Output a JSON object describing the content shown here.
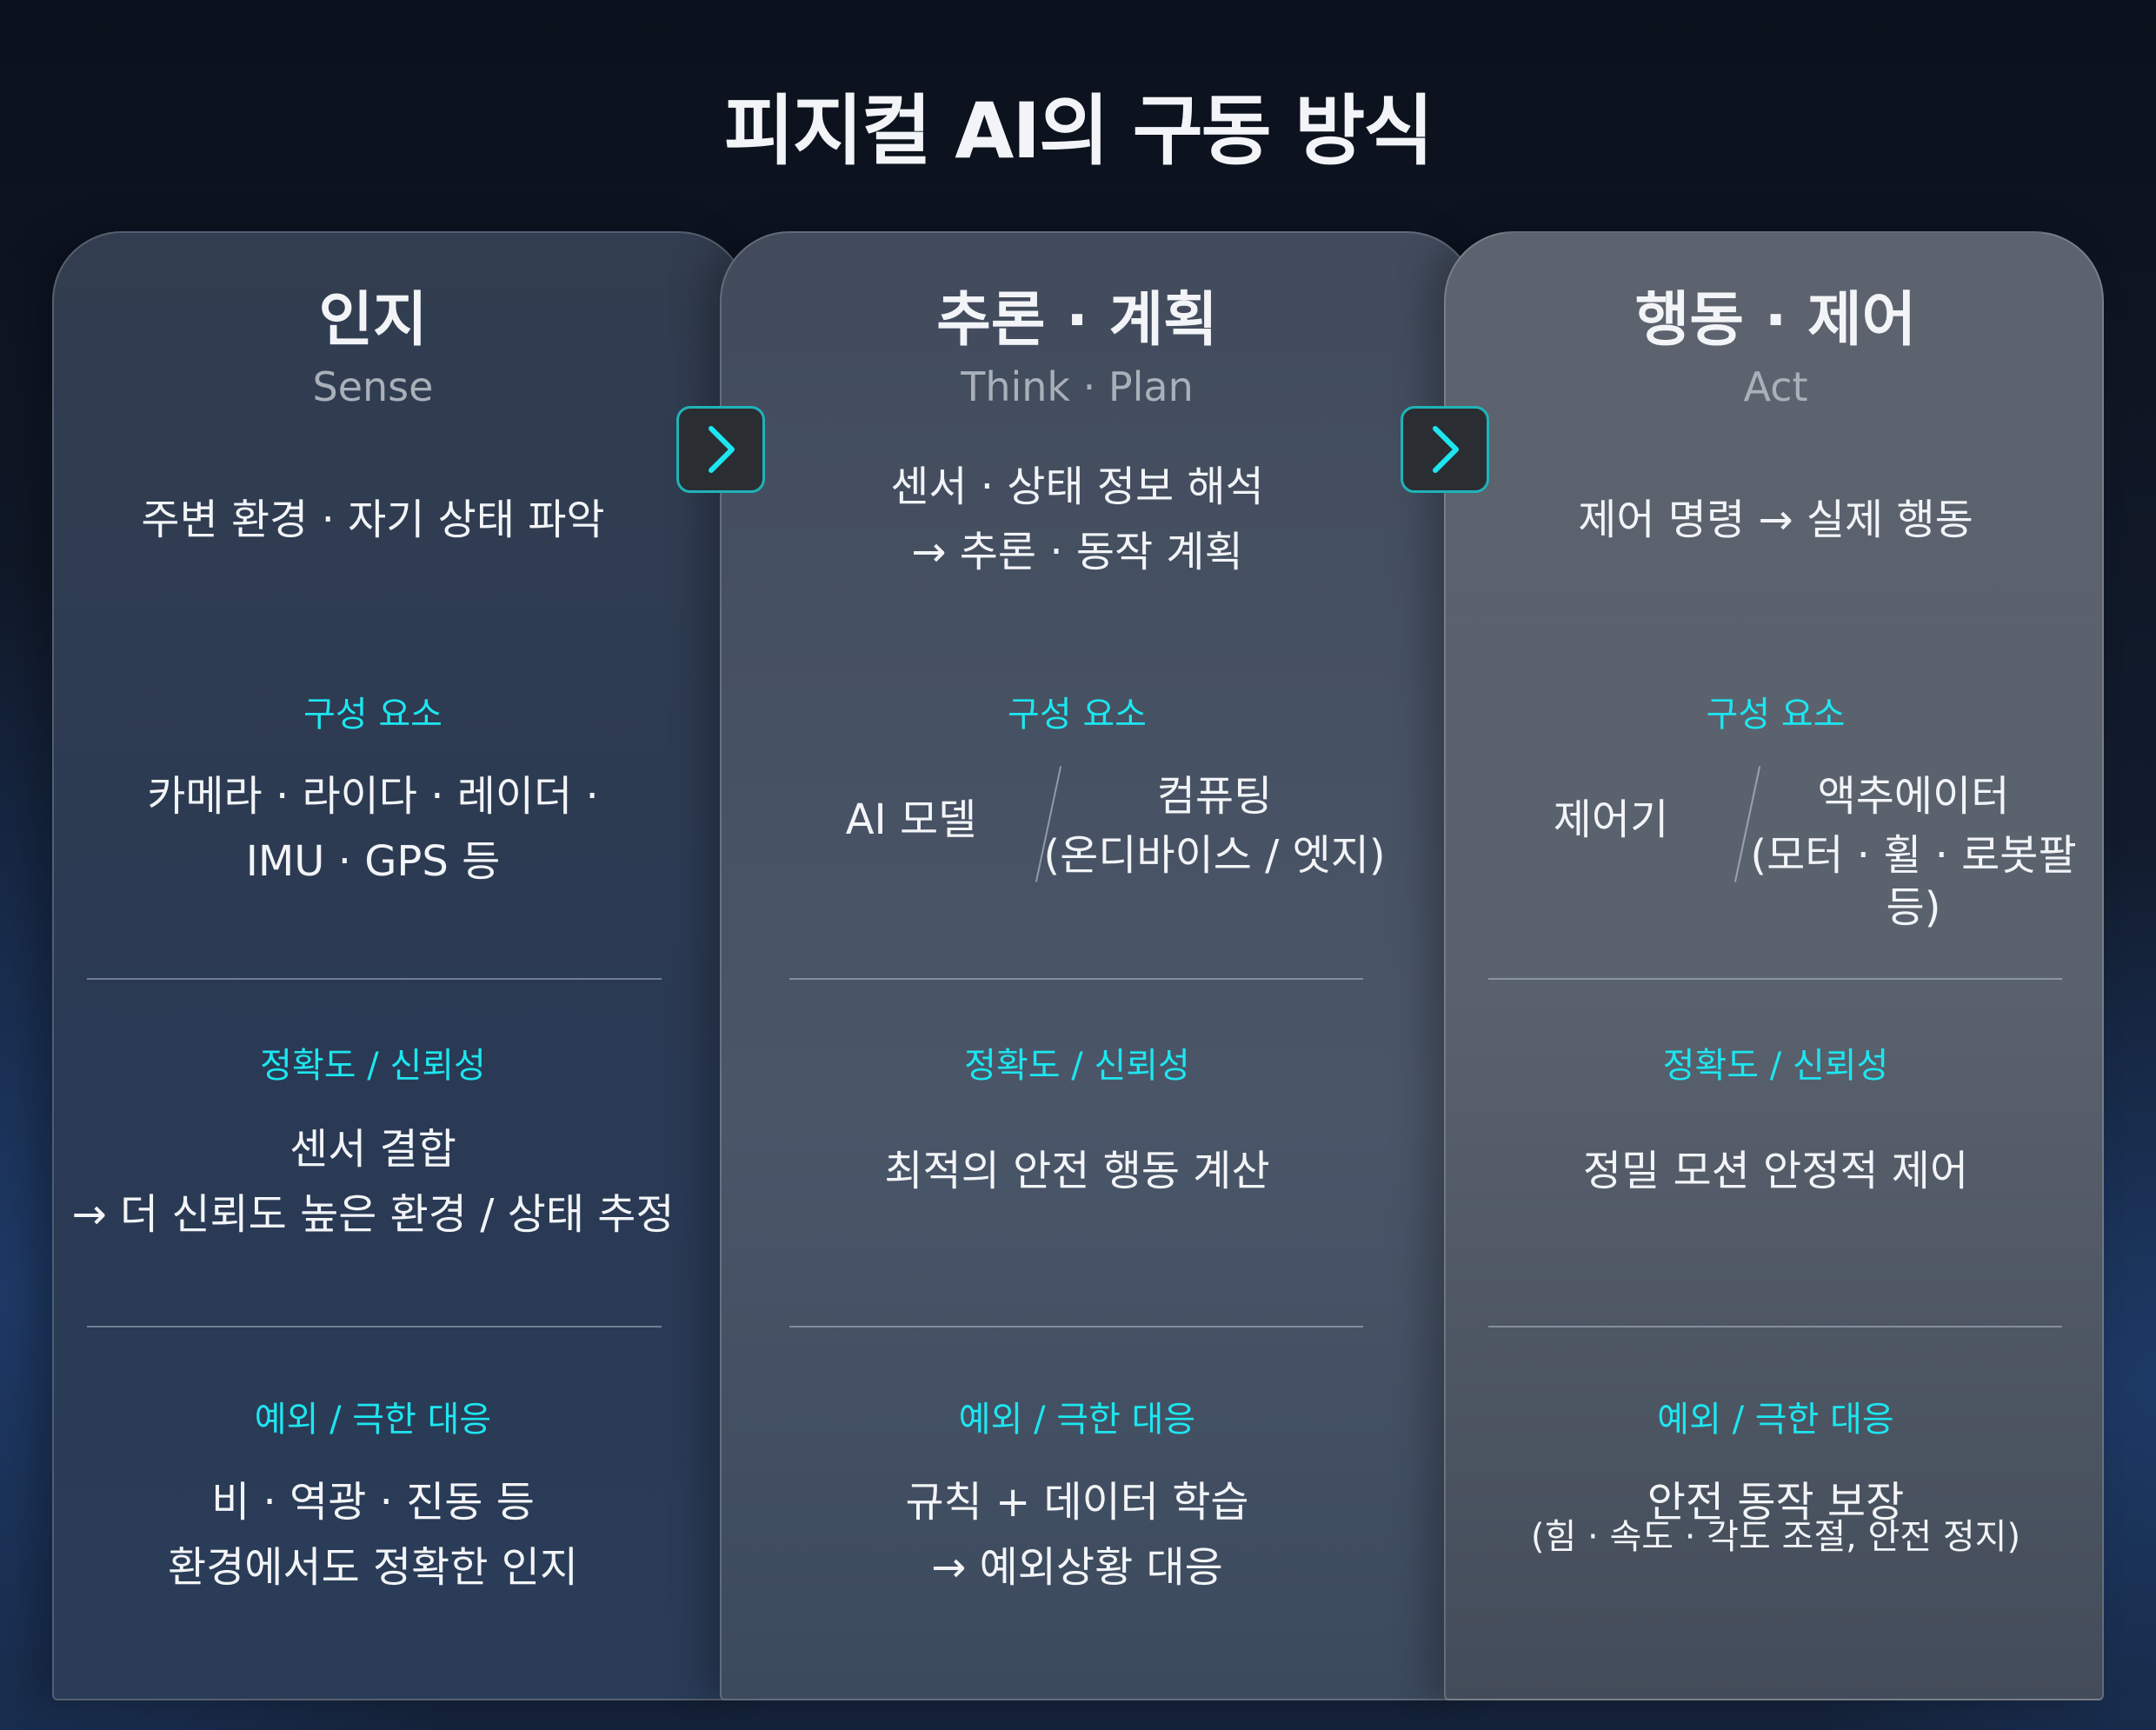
{
  "title": "피지컬 AI의 구동 방식",
  "colors": {
    "accent": "#1de6f0",
    "arrow_border": "#1fb3b8",
    "background": "#0e1626"
  },
  "stages": [
    {
      "title": "인지",
      "subtitle": "Sense",
      "desc": "주변 환경 · 자기 상태 파악",
      "components_label": "구성 요소",
      "components": "카메라 · 라이다 · 레이더 ·\nIMU · GPS 등",
      "accuracy_label": "정확도 / 신뢰성",
      "accuracy": "센서 결합\n→ 더 신뢰도 높은 환경 / 상태 추정",
      "exception_label": "예외 / 극한 대응",
      "exception": "비 · 역광 · 진동 등\n환경에서도 정확한 인지"
    },
    {
      "title": "추론 · 계획",
      "subtitle": "Think · Plan",
      "desc": "센서 · 상태 정보 해석\n→ 추론 · 동작 계획",
      "components_label": "구성 요소",
      "component_a": "AI 모델",
      "component_b": "컴퓨팅",
      "component_b_sub": "(온디바이스 / 엣지)",
      "accuracy_label": "정확도 / 신뢰성",
      "accuracy": "최적의 안전 행동 계산",
      "exception_label": "예외 / 극한 대응",
      "exception": "규칙 + 데이터 학습\n→ 예외상황 대응"
    },
    {
      "title": "행동 · 제어",
      "subtitle": "Act",
      "desc": "제어 명령 → 실제 행동",
      "components_label": "구성 요소",
      "component_a": "제어기",
      "component_b": "액추에이터",
      "component_b_sub": "(모터 · 휠 · 로봇팔 등)",
      "accuracy_label": "정확도 / 신뢰성",
      "accuracy": "정밀 모션 안정적 제어",
      "exception_label": "예외 / 극한 대응",
      "exception": "안전 동작 보장",
      "exception_sub": "(힘 · 속도 · 각도 조절, 안전 정지)"
    }
  ],
  "arrows": [
    "chevron-right-icon",
    "chevron-right-icon"
  ]
}
